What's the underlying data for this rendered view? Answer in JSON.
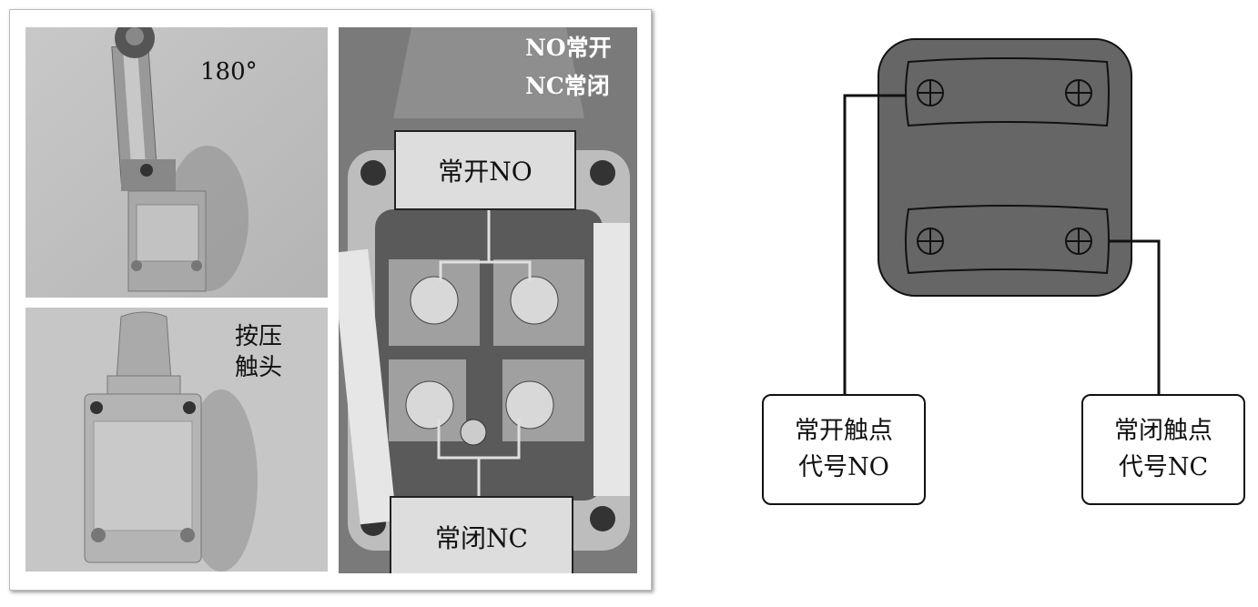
{
  "photos": {
    "top_left": {
      "label": "180°"
    },
    "bottom_left": {
      "label_line1": "按压",
      "label_line2": "触头"
    },
    "right": {
      "legend_line1": "NO常开",
      "legend_line2": "NC常闭",
      "box_no": "常开NO",
      "box_nc": "常闭NC"
    }
  },
  "diagram": {
    "colors": {
      "body": "#666666",
      "stroke": "#111111"
    },
    "label_no": {
      "line1": "常开触点",
      "line2": "代号NO"
    },
    "label_nc": {
      "line1": "常闭触点",
      "line2": "代号NC"
    }
  }
}
